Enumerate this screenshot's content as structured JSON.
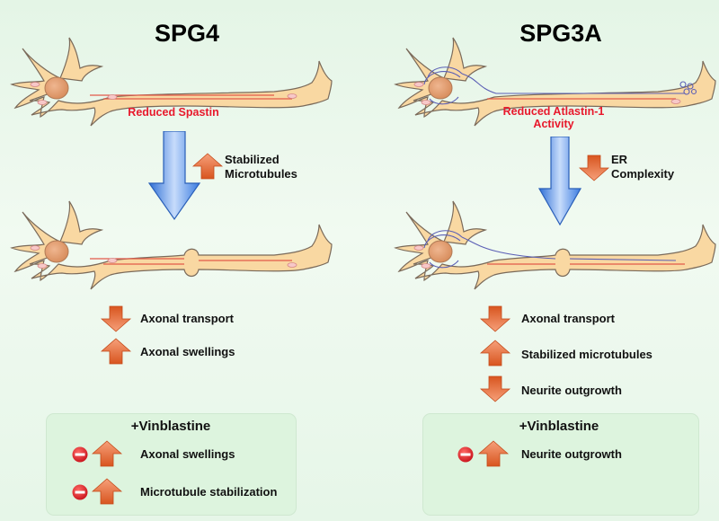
{
  "panels": {
    "left": {
      "title": "SPG4",
      "cause": "Reduced Spastin",
      "mid_effect": [
        "Stabilized",
        "Microtubules"
      ],
      "outcomes": [
        "Axonal transport",
        "Axonal swellings"
      ],
      "treatment": {
        "title": "+Vinblastine",
        "items": [
          "Axonal swellings",
          "Microtubule stabilization"
        ]
      }
    },
    "right": {
      "title": "SPG3A",
      "cause": [
        "Reduced Atlastin-1",
        "Activity"
      ],
      "mid_effect": [
        "ER",
        "Complexity"
      ],
      "outcomes": [
        "Axonal transport",
        "Stabilized microtubules",
        "Neurite outgrowth"
      ],
      "treatment": {
        "title": "+Vinblastine",
        "items": [
          "Neurite outgrowth"
        ]
      }
    }
  },
  "colors": {
    "neuron_fill": "#f9d8a2",
    "neuron_stroke": "#7a6a5a",
    "nucleus": "#e8a476",
    "microtubule": "#e35a4a",
    "er": "#5b5fb5",
    "arrow_orange": "#e0622c",
    "flow_arrow": "#5a8ee6",
    "inhibit_red": "#e52025",
    "title_red": "#e8192c",
    "box_green": "#ddf4de"
  }
}
